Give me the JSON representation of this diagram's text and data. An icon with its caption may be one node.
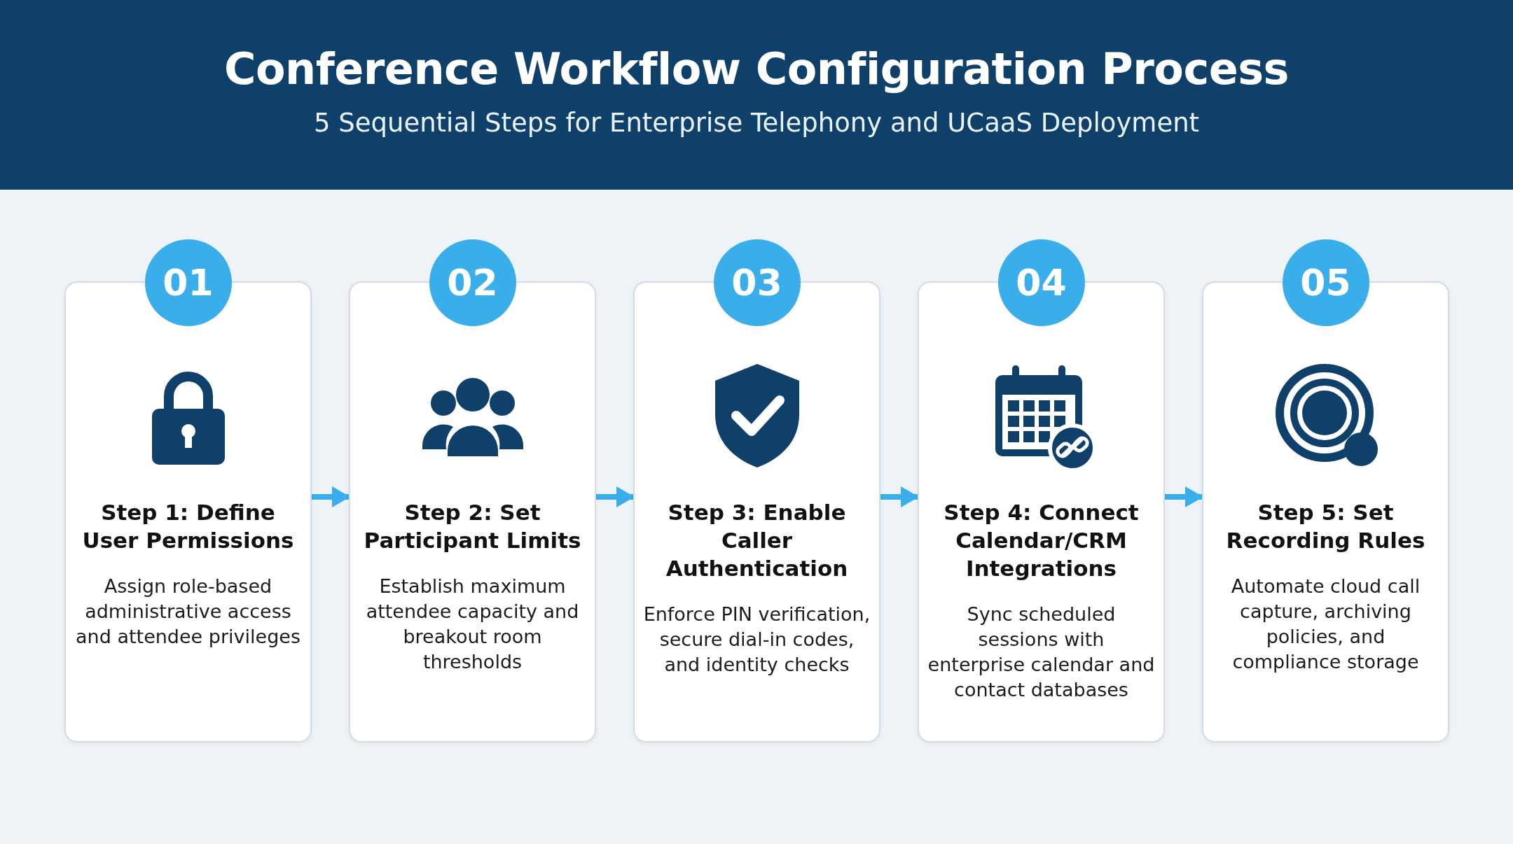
{
  "diagram": {
    "title": "Conference Workflow Configuration Process",
    "caption": "5 Sequential Steps for Enterprise Telephony and UCaaS Deployment",
    "nodes": [
      {
        "text": [
          "01",
          "Step 1: Define User Permissions",
          "Assign role-based administrative access and attendee privileges"
        ]
      },
      {
        "text": [
          "02",
          "Step 2: Set Participant Limits",
          "Establish maximum attendee capacity and breakout room thresholds"
        ]
      },
      {
        "text": [
          "03",
          "Step 3: Enable Caller Authentication",
          "Enforce PIN verification, secure dial-in codes, and identity checks"
        ]
      },
      {
        "text": [
          "04",
          "Step 4: Connect Calendar/CRM Integrations",
          "Sync scheduled sessions with enterprise calendar and contact databases"
        ]
      },
      {
        "text": [
          "05",
          "Step 5: Set Recording Rules",
          "Automate cloud call capture, archiving policies, and compliance storage"
        ]
      }
    ],
    "edges": [
      {
        "from": 0,
        "to": 1,
        "arrow": "to"
      },
      {
        "from": 1,
        "to": 2,
        "arrow": "to"
      },
      {
        "from": 2,
        "to": 3,
        "arrow": "to"
      },
      {
        "from": 3,
        "to": 4,
        "arrow": "to"
      }
    ]
  }
}
